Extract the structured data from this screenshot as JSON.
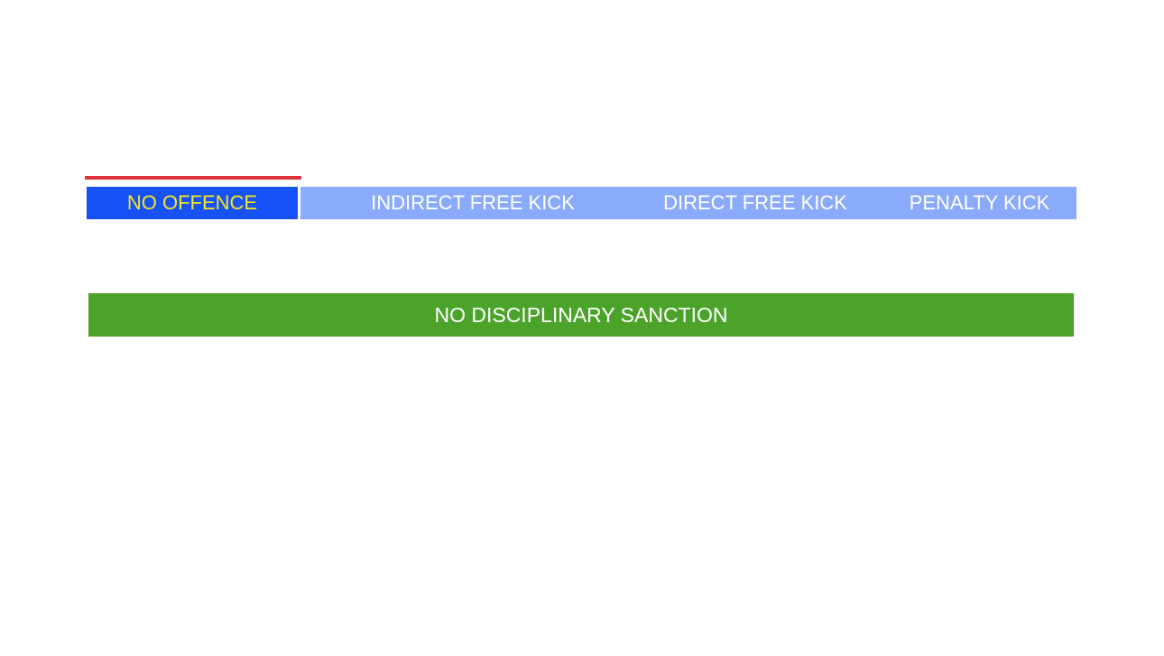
{
  "decision": {
    "title": "",
    "options": [
      {
        "label": "NO OFFENCE",
        "selected": true
      },
      {
        "label": "INDIRECT FREE KICK",
        "selected": false
      },
      {
        "label": "DIRECT FREE KICK",
        "selected": false
      },
      {
        "label": "PENALTY KICK",
        "selected": false
      }
    ]
  },
  "sanction": {
    "title": "",
    "label": "NO DISCIPLINARY SANCTION"
  },
  "colors": {
    "selected_option_bg": "#1652f8",
    "selected_option_text": "#f5e61f",
    "unselected_option_bg": "#8aaafb",
    "selection_indicator": "#e0323c",
    "sanction_bg": "#4ba32a"
  }
}
